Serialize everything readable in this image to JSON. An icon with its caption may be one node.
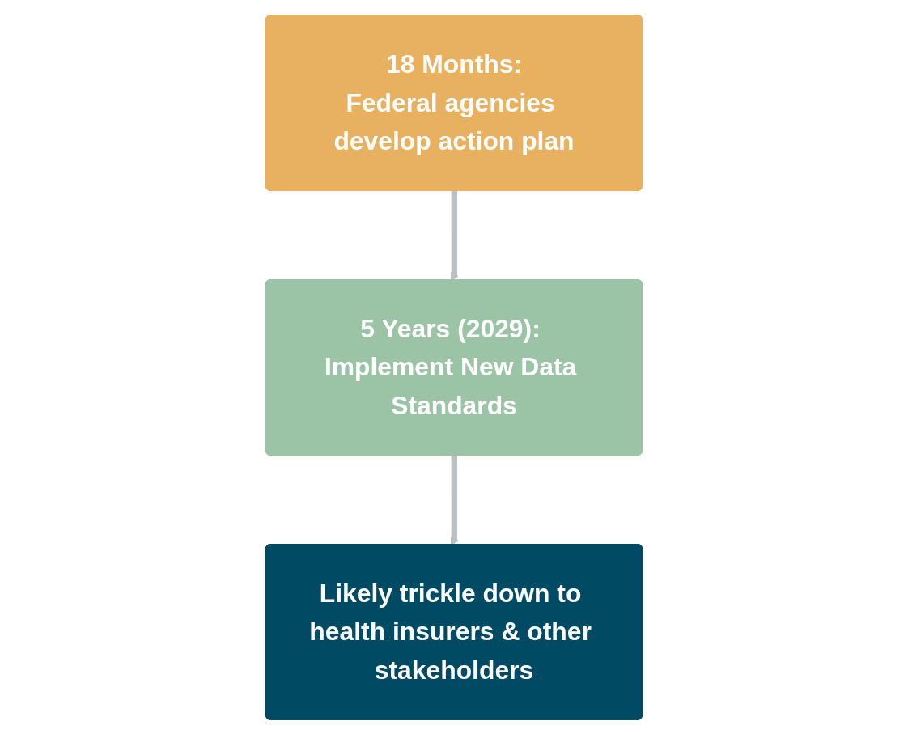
{
  "diagram": {
    "nodes": [
      {
        "text": [
          "18 Months:",
          "Federal agencies develop action plan"
        ]
      },
      {
        "text": [
          "5 Years (2029): Implement New Data Standards"
        ]
      },
      {
        "text": [
          "Likely trickle down to health insurers & other stakeholders"
        ]
      }
    ],
    "edges": [
      {
        "from": 0,
        "to": 1,
        "arrow": "to"
      },
      {
        "from": 1,
        "to": 2,
        "arrow": "to"
      }
    ]
  }
}
